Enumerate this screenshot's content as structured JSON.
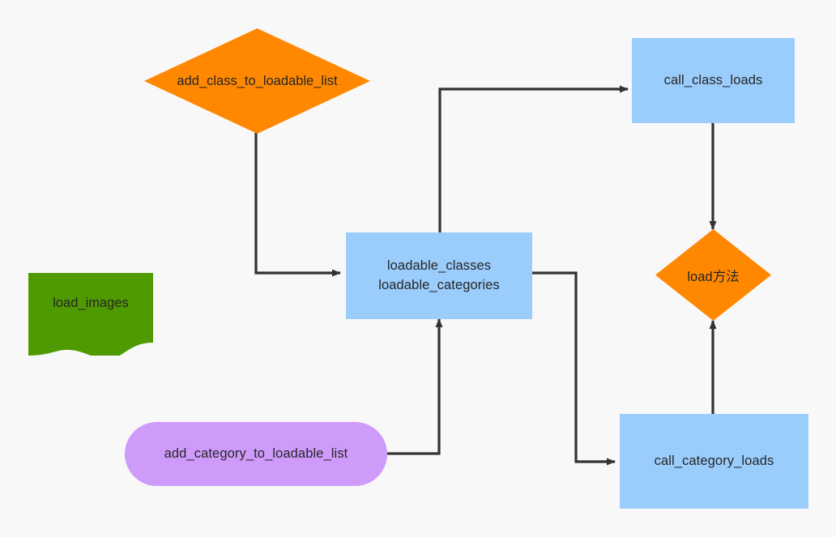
{
  "diagram": {
    "type": "flowchart",
    "background_color": "#f8f8f8",
    "edge_color": "#333333",
    "text_color": "#262626",
    "nodes": [
      {
        "id": "add_class",
        "label": "add_class_to_loadable_list",
        "shape": "diamond",
        "color": "#ff8800"
      },
      {
        "id": "load_images",
        "label": "load_images",
        "shape": "document",
        "color": "#4f9a00"
      },
      {
        "id": "loadable_lists",
        "label": "loadable_classes\nloadable_categories",
        "shape": "rectangle",
        "color": "#9bcdfc"
      },
      {
        "id": "call_class_loads",
        "label": "call_class_loads",
        "shape": "rectangle",
        "color": "#9bcdfc"
      },
      {
        "id": "load_method",
        "label": "load方法",
        "shape": "diamond",
        "color": "#ff8800"
      },
      {
        "id": "add_category",
        "label": "add_category_to_loadable_list",
        "shape": "stadium",
        "color": "#cf9bfb"
      },
      {
        "id": "call_category_loads",
        "label": "call_category_loads",
        "shape": "rectangle",
        "color": "#9bcdfc"
      }
    ],
    "edges": [
      {
        "from": "add_class",
        "to": "loadable_lists",
        "label": ""
      },
      {
        "from": "loadable_lists",
        "to": "call_class_loads",
        "label": ""
      },
      {
        "from": "loadable_lists",
        "to": "call_category_loads",
        "label": ""
      },
      {
        "from": "add_category",
        "to": "loadable_lists",
        "label": ""
      },
      {
        "from": "call_class_loads",
        "to": "load_method",
        "label": ""
      },
      {
        "from": "call_category_loads",
        "to": "load_method",
        "label": ""
      }
    ]
  }
}
